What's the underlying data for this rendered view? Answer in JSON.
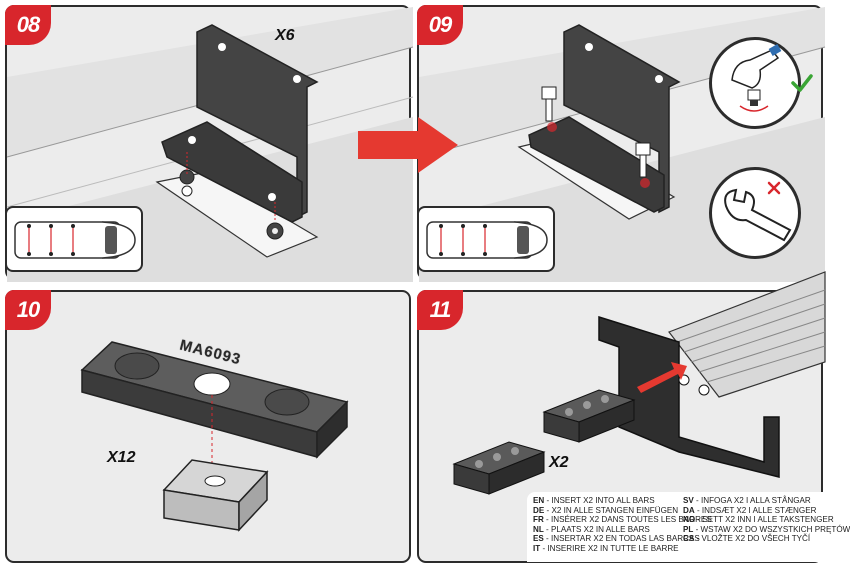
{
  "steps": [
    {
      "number": "08",
      "quantity": "X6"
    },
    {
      "number": "09",
      "quantity": ""
    },
    {
      "number": "10",
      "quantity": "X12"
    },
    {
      "number": "11",
      "quantity": "X2"
    }
  ],
  "block_label": "MA6093",
  "legend": {
    "left": [
      {
        "code": "EN",
        "text": " - INSERT X2 INTO ALL BARS"
      },
      {
        "code": "DE",
        "text": " - X2 IN ALLE STANGEN EINFÜGEN"
      },
      {
        "code": "FR",
        "text": " - INSÉRER X2 DANS TOUTES LES BARRES"
      },
      {
        "code": "NL",
        "text": " - PLAATS X2 IN ALLE BARS"
      },
      {
        "code": "ES",
        "text": " - INSERTAR X2 EN TODAS LAS BARRAS"
      },
      {
        "code": "IT",
        "text": " - INSERIRE X2 IN TUTTE LE BARRE"
      }
    ],
    "right": [
      {
        "code": "SV",
        "text": " - INFOGA X2 I ALLA STÅNGAR"
      },
      {
        "code": "DA",
        "text": " - INDSÆT X2 I ALLE STÆNGER"
      },
      {
        "code": "NO",
        "text": " - SETT X2 INN I ALLE TAKSTENGER"
      },
      {
        "code": "PL",
        "text": " - WSTAW X2 DO WSZYSTKICH PRĘTÓW"
      },
      {
        "code": "CS",
        "text": " - VLOŽTE X2 DO VŠECH TYČÍ"
      }
    ]
  },
  "colors": {
    "accent": "#d8262c",
    "metal": "#3a3a3a",
    "check": "#3aa535"
  },
  "icons": [
    "van-top-view-icon",
    "hand-tighten-icon",
    "checkmark-icon",
    "wrench-icon",
    "cross-icon",
    "red-arrow-icon"
  ]
}
